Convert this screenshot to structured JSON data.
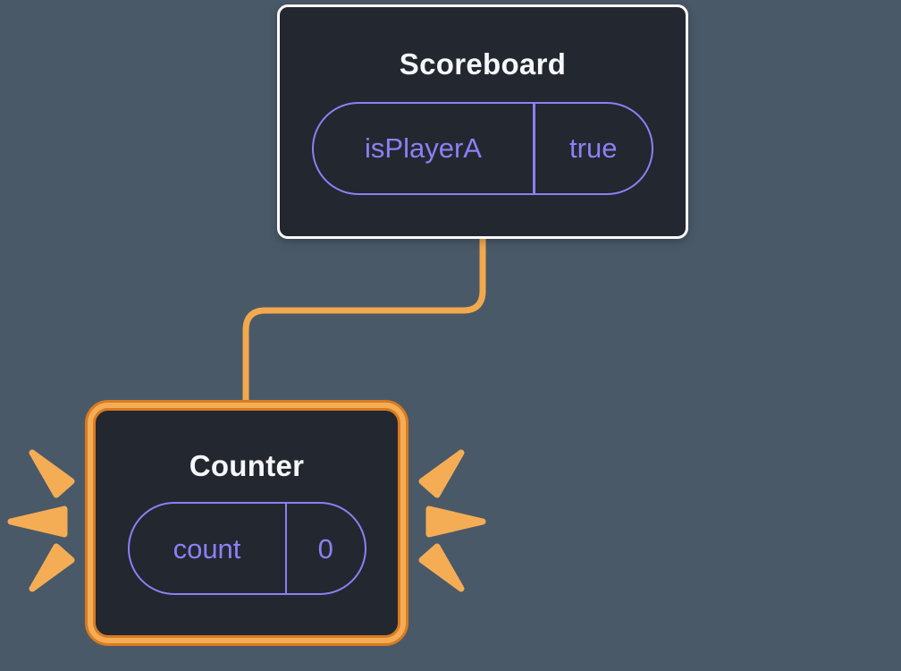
{
  "scoreboard": {
    "title": "Scoreboard",
    "state": {
      "name": "isPlayerA",
      "value": "true"
    }
  },
  "counter": {
    "title": "Counter",
    "state": {
      "name": "count",
      "value": "0"
    }
  },
  "colors": {
    "background": "#4a5968",
    "card_background": "#23272f",
    "card_border": "#fdfdfd",
    "state_purple": "#8b80f6",
    "connector_orange": "#f2a94d",
    "highlight_orange": "#f5ad55",
    "highlight_orange_dark": "#d87b22",
    "title_text": "#f6f7f9"
  }
}
